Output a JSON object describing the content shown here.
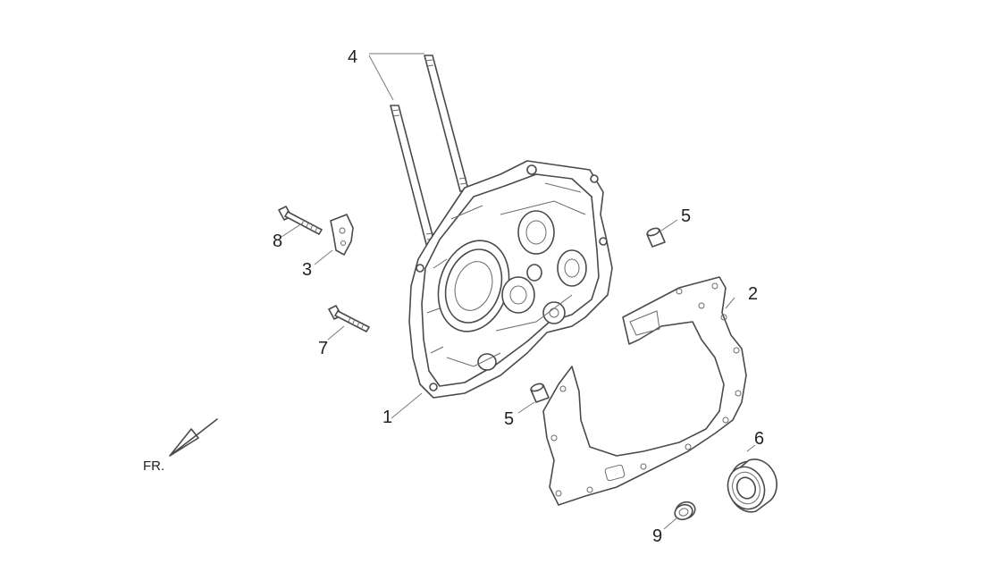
{
  "callouts": {
    "c1": "1",
    "c2": "2",
    "c3": "3",
    "c4": "4",
    "c5a": "5",
    "c5b": "5",
    "c6": "6",
    "c7": "7",
    "c8": "8",
    "c9": "9"
  },
  "direction_label": "FR."
}
